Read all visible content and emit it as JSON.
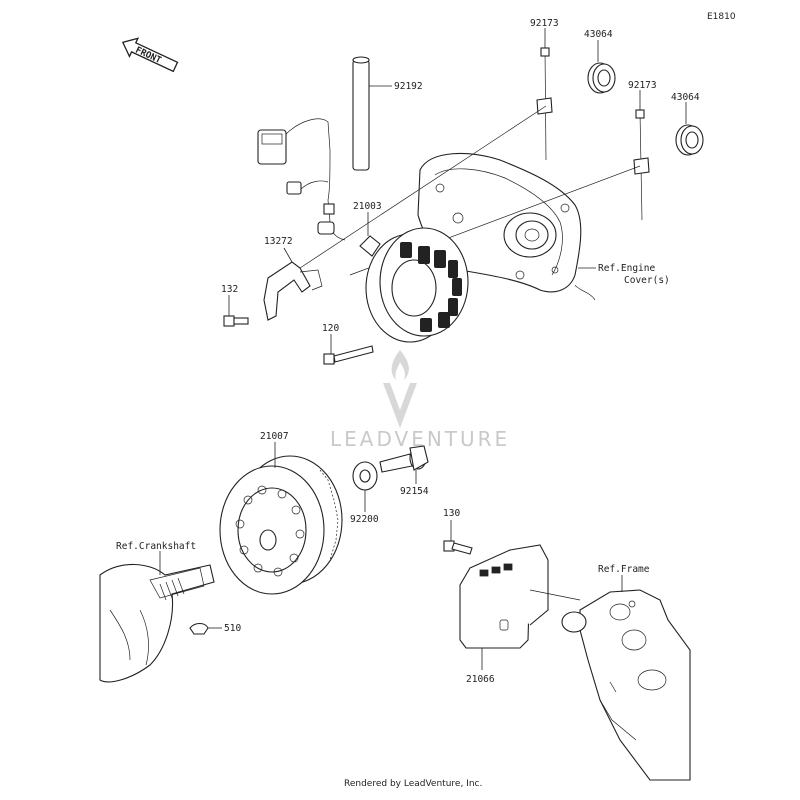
{
  "diagram": {
    "code": "E1810",
    "direction_label": "FRONT",
    "watermark": "LEADVENTURE",
    "footer": "Rendered by LeadVenture, Inc.",
    "callouts": {
      "p92173a": "92173",
      "p43064a": "43064",
      "p92192": "92192",
      "p92173b": "92173",
      "p43064b": "43064",
      "p21003": "21003",
      "p13272": "13272",
      "p132": "132",
      "p120": "120",
      "ref_engine_1": "Ref.Engine",
      "ref_engine_2": "Cover(s)",
      "p21007": "21007",
      "p92154": "92154",
      "p92200": "92200",
      "ref_crankshaft": "Ref.Crankshaft",
      "p510": "510",
      "p130": "130",
      "ref_frame": "Ref.Frame",
      "p21066": "21066"
    }
  }
}
